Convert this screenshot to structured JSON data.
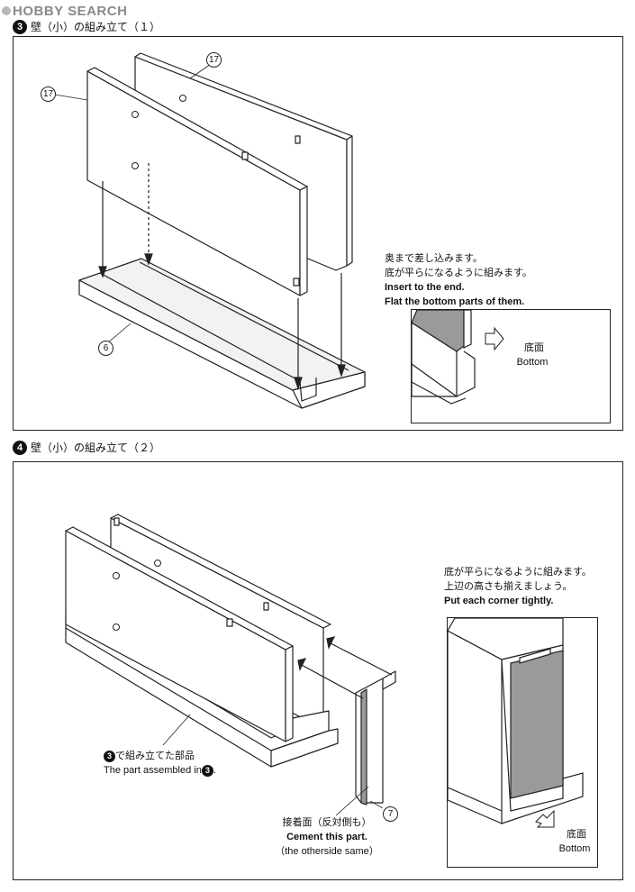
{
  "logo": {
    "text": "HOBBY SEARCH"
  },
  "step3": {
    "num": "3",
    "title": "壁（小）の組み立て（１）",
    "parts": {
      "wall_left": "17",
      "wall_right": "17",
      "base": "6"
    },
    "note": {
      "jp1": "奥まで差し込みます。",
      "jp2": "底が平らになるように組みます。",
      "en1": "Insert to the end.",
      "en2": "Flat the bottom parts of them."
    },
    "inset_label": {
      "jp": "底面",
      "en": "Bottom"
    }
  },
  "step4": {
    "num": "4",
    "title": "壁（小）の組み立て（２）",
    "parts": {
      "end_piece": "7"
    },
    "note": {
      "jp1": "底が平らになるように組みます。",
      "jp2": "上辺の高さも揃えましょう。",
      "en1": "Put each corner tightly."
    },
    "assembled_label": {
      "jp_num": "3",
      "jp_text": "で組み立てた部品",
      "en_text": "The part assembled in",
      "en_num": "3",
      "en_end": "."
    },
    "cement_label": {
      "jp": "接着面（反対側も）",
      "en1": "Cement this part.",
      "en2": "（the otherside same）"
    },
    "inset_label": {
      "jp": "底面",
      "en": "Bottom"
    }
  },
  "colors": {
    "line": "#222222",
    "glue": "#9a9a9a",
    "panel_fill": "#ffffff"
  }
}
